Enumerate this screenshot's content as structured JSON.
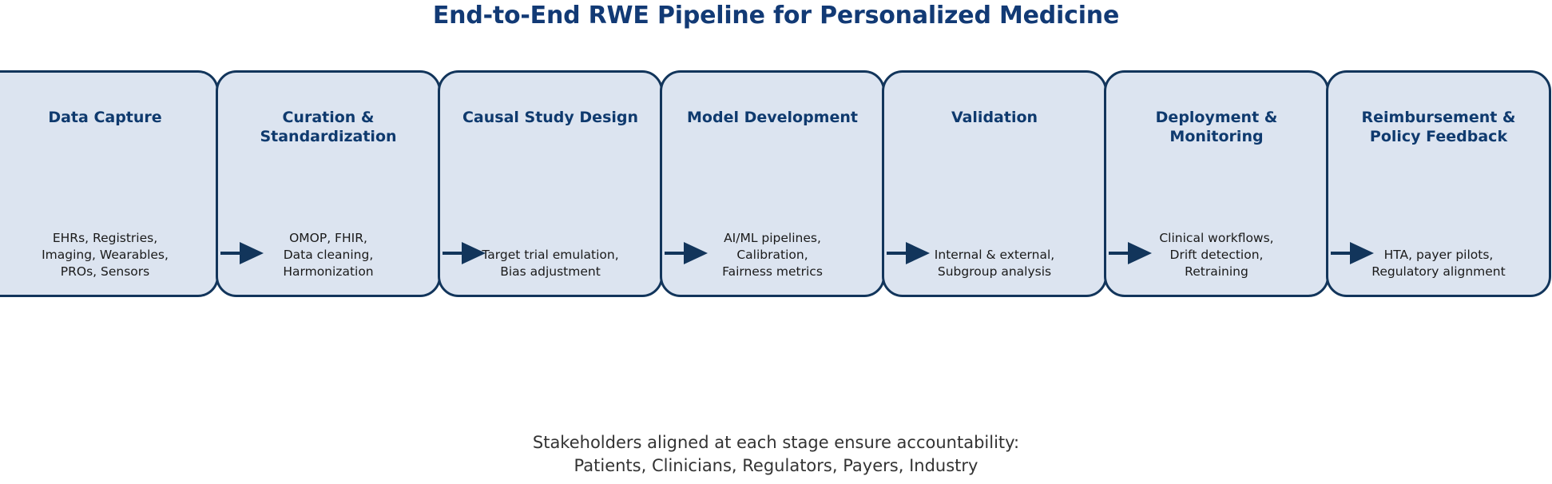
{
  "title": "End-to-End RWE Pipeline for Personalized Medicine",
  "footer_caption": "Stakeholders aligned at each stage ensure accountability:\nPatients, Clinicians, Regulators, Payers, Industry",
  "colors": {
    "box_fill": "#dce4f0",
    "box_border": "#12355b",
    "title_text": "#123a75",
    "stage_title_text": "#0f3a6e",
    "detail_text": "#1a1a1a",
    "arrow": "#12355b",
    "footer_text": "#333333",
    "background": "#ffffff"
  },
  "stages": [
    {
      "title": "Data Capture",
      "detail": "EHRs, Registries,\nImaging, Wearables,\nPROs, Sensors"
    },
    {
      "title": "Curation &\nStandardization",
      "detail": "OMOP, FHIR,\nData cleaning,\nHarmonization"
    },
    {
      "title": "Causal Study Design",
      "detail": "Target trial emulation,\nBias adjustment"
    },
    {
      "title": "Model Development",
      "detail": "AI/ML pipelines,\nCalibration,\nFairness metrics"
    },
    {
      "title": "Validation",
      "detail": "Internal & external,\nSubgroup analysis"
    },
    {
      "title": "Deployment &\nMonitoring",
      "detail": "Clinical workflows,\nDrift detection,\nRetraining"
    },
    {
      "title": "Reimbursement &\nPolicy Feedback",
      "detail": "HTA, payer pilots,\nRegulatory alignment"
    }
  ],
  "arrow_count": 6
}
